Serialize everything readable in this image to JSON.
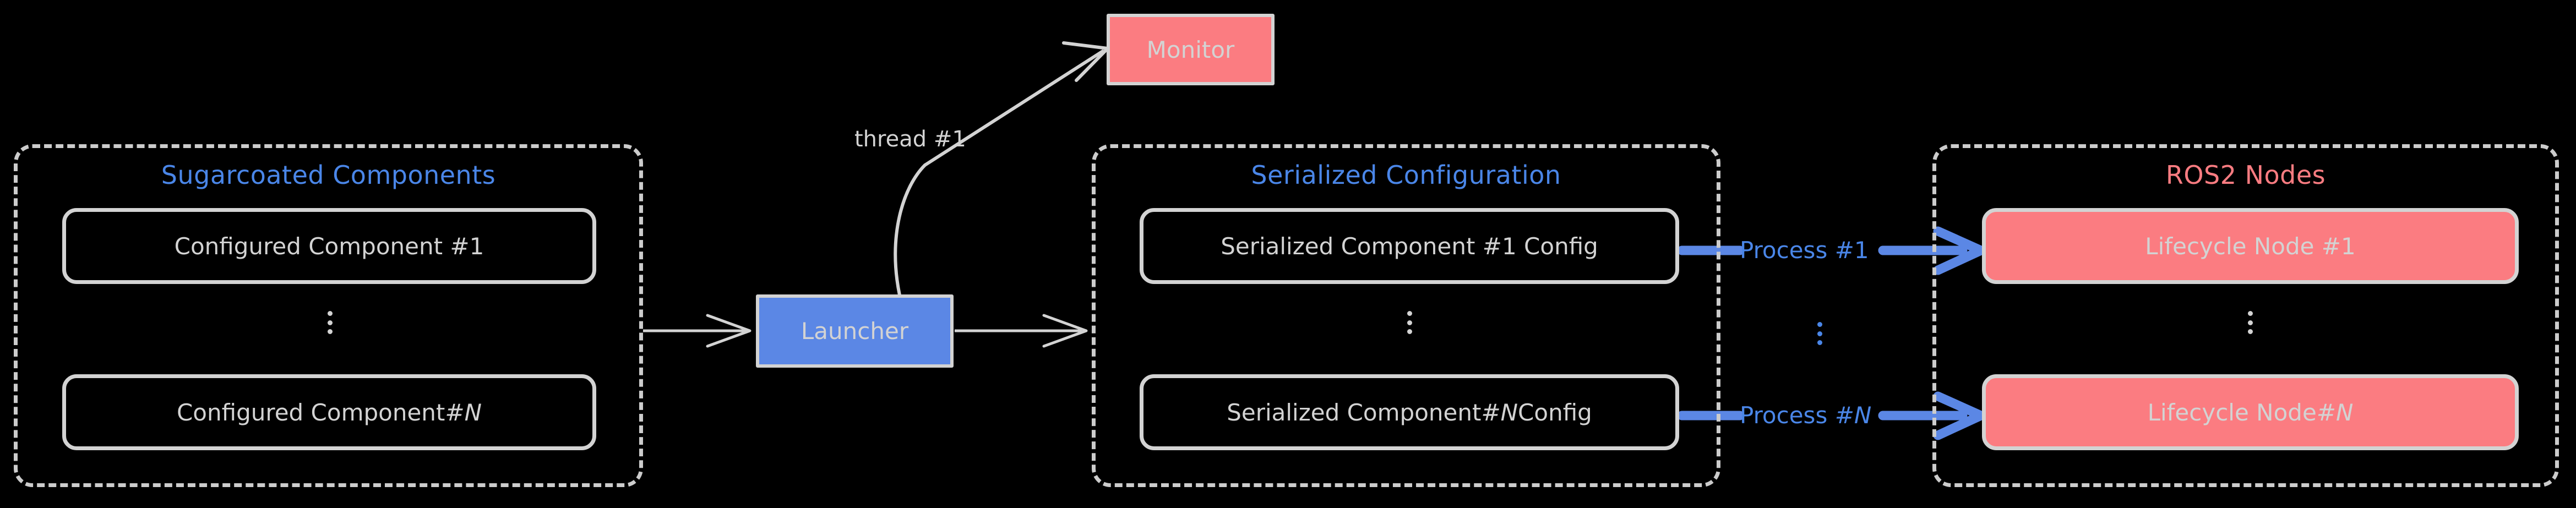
{
  "diagram": {
    "background": "#000000",
    "colors": {
      "stroke": "#d3d3d3",
      "accent_blue": "#4a86e8",
      "node_blue": "#5b87e5",
      "node_red": "#fb7c81"
    },
    "clusters": [
      {
        "id": "sugarcoated",
        "title": "Sugarcoated Components",
        "title_color": "#4a86e8",
        "nodes": [
          {
            "label": "Configured Component #1",
            "style": "outline"
          },
          {
            "label": "Configured Component #N",
            "style": "outline",
            "italic_tail": "#N"
          }
        ]
      },
      {
        "id": "serialized",
        "title": "Serialized Configuration",
        "title_color": "#4a86e8",
        "nodes": [
          {
            "label": "Serialized Component #1 Config",
            "style": "outline"
          },
          {
            "label": "Serialized Component #N Config",
            "style": "outline",
            "italic_tail": "#N"
          }
        ]
      },
      {
        "id": "ros2",
        "title": "ROS2 Nodes",
        "title_color": "#fb7c81",
        "nodes": [
          {
            "label": "Lifecycle Node #1",
            "style": "red"
          },
          {
            "label": "Lifecycle Node #N",
            "style": "red",
            "italic_tail": "#N"
          }
        ]
      }
    ],
    "standalone_nodes": [
      {
        "id": "launcher",
        "label": "Launcher",
        "style": "blue"
      },
      {
        "id": "monitor",
        "label": "Monitor",
        "style": "red-flat"
      }
    ],
    "edge_labels": [
      {
        "id": "thread-1",
        "text": "thread #1",
        "color": "#d3d3d3"
      },
      {
        "id": "process-1",
        "text": "Process #1",
        "color": "#4a86e8"
      },
      {
        "id": "process-n",
        "text": "Process #N",
        "color": "#4a86e8"
      }
    ],
    "node_labels": {
      "configured_1": "Configured Component #1",
      "configured_n_head": "Configured Component ",
      "configured_n_tail": "#N",
      "serialized_1": "Serialized Component #1 Config",
      "serialized_n_head": "Serialized Component ",
      "serialized_n_mid": "#N",
      "serialized_n_tail": " Config",
      "lifecycle_1": "Lifecycle Node #1",
      "lifecycle_n_head": "Lifecycle Node ",
      "lifecycle_n_tail": "#N",
      "launcher": "Launcher",
      "monitor": "Monitor"
    },
    "titles": {
      "sugarcoated": "Sugarcoated Components",
      "serialized": "Serialized Configuration",
      "ros2": "ROS2 Nodes"
    },
    "edges": {
      "thread_1": "thread #1",
      "process_1_head": "Process ",
      "process_1_tail": "#1",
      "process_n_head": "Process ",
      "process_n_tail": "#N"
    }
  }
}
